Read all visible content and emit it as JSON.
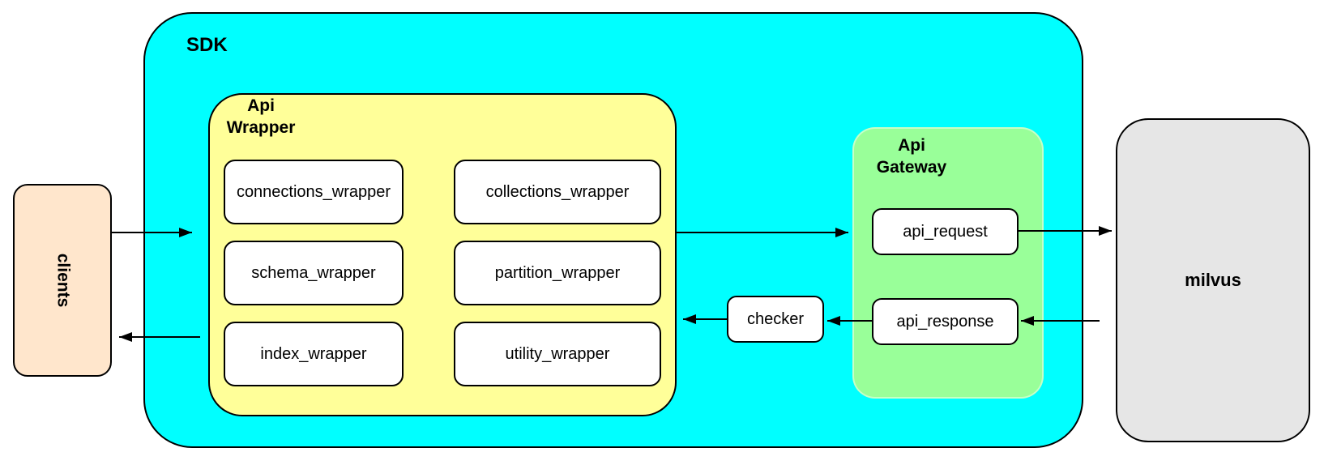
{
  "containers": {
    "sdk": {
      "label": "SDK"
    },
    "api_wrapper": {
      "label": "Api\nWrapper"
    },
    "api_gateway": {
      "label": "Api\nGateway"
    }
  },
  "nodes": {
    "clients": {
      "label": "clients"
    },
    "connections_wrapper": {
      "label": "connections_wrapper"
    },
    "collections_wrapper": {
      "label": "collections_wrapper"
    },
    "schema_wrapper": {
      "label": "schema_wrapper"
    },
    "partition_wrapper": {
      "label": "partition_wrapper"
    },
    "index_wrapper": {
      "label": "index_wrapper"
    },
    "utility_wrapper": {
      "label": "utility_wrapper"
    },
    "checker": {
      "label": "checker"
    },
    "api_request": {
      "label": "api_request"
    },
    "api_response": {
      "label": "api_response"
    },
    "milvus": {
      "label": "milvus"
    }
  },
  "edges": [
    {
      "from": "clients",
      "to": "api_wrapper"
    },
    {
      "from": "api_wrapper",
      "to": "clients"
    },
    {
      "from": "api_wrapper",
      "to": "api_gateway"
    },
    {
      "from": "api_request",
      "to": "milvus"
    },
    {
      "from": "milvus",
      "to": "api_response"
    },
    {
      "from": "api_response",
      "to": "checker"
    },
    {
      "from": "checker",
      "to": "api_wrapper"
    }
  ],
  "colors": {
    "stroke": "#000000",
    "sdk_fill": "#00ffff",
    "api_wrapper_fill": "#ffff99",
    "api_gateway_fill": "#99ff99",
    "clients_fill": "#ffe6cc",
    "milvus_fill": "#e6e6e6",
    "node_fill": "#ffffff"
  }
}
